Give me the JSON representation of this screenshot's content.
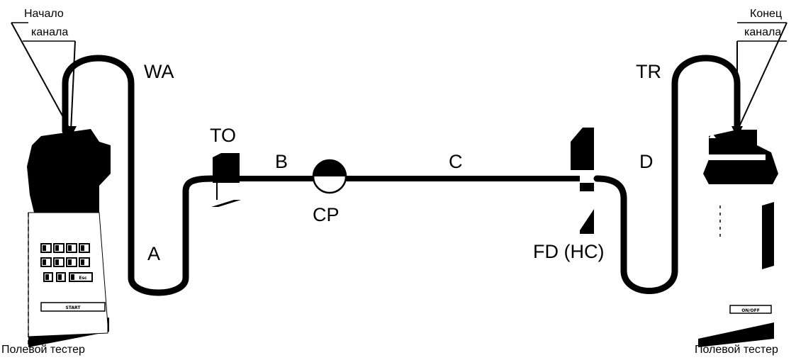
{
  "labels": {
    "start_channel": [
      "Начало",
      "канала"
    ],
    "end_channel": [
      "Конец",
      "канала"
    ],
    "tester_left": "Полевой тестер",
    "tester_right": "Полевой тестер",
    "wa": "WA",
    "tr": "TR",
    "to": "TO",
    "b": "B",
    "c": "C",
    "d": "D",
    "a": "A",
    "cp": "CP",
    "fd": "FD (HC)"
  },
  "tester_left": {
    "keys": [
      "",
      "",
      "",
      "",
      "",
      "",
      "",
      "",
      "",
      "",
      "Esc"
    ],
    "start_button": "START"
  },
  "tester_right": {
    "onoff_button": "ON/OFF"
  },
  "colors": {
    "ink": "#000000",
    "paper": "#ffffff"
  }
}
